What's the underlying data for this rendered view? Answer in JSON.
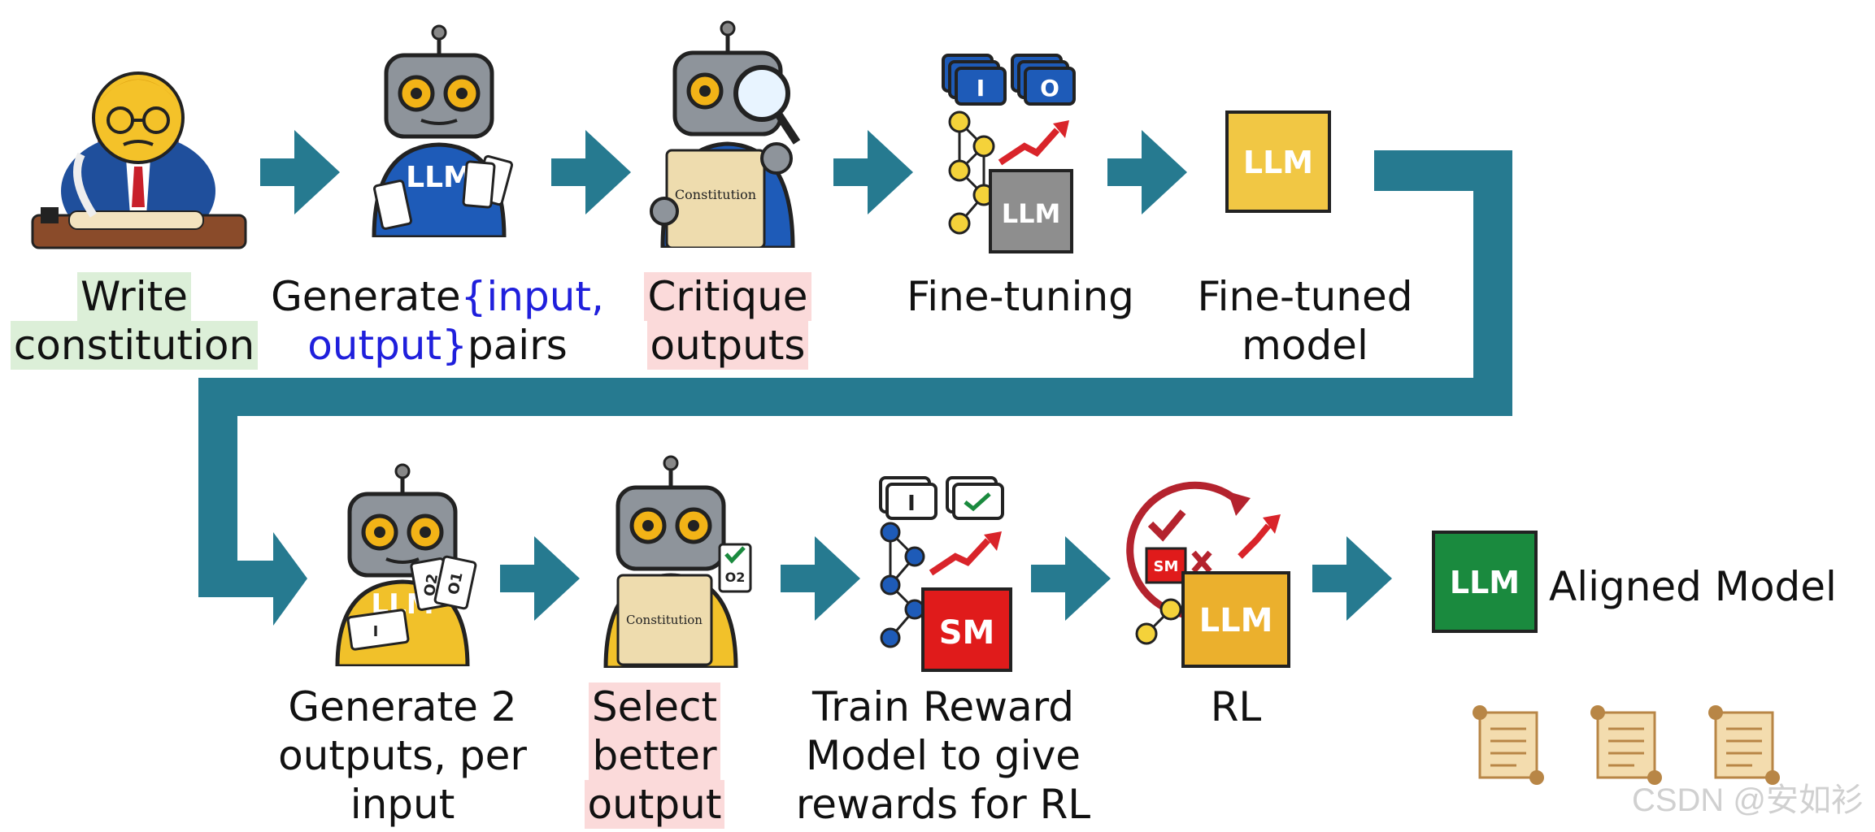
{
  "colors": {
    "teal": "#267a90",
    "robot_gray": "#8e949b",
    "robot_blue_shirt": "#1e5bb8",
    "robot_yellow_shirt": "#f1c12a",
    "llm_gold": "#f1c744",
    "llm_green": "#1a8a3e",
    "sm_red": "#e01b1b",
    "highlight_green": "#dcefd8",
    "highlight_red": "#fbdada",
    "accent_blue": "#1f1fdc"
  },
  "top_row": {
    "step1": {
      "line1": "Write",
      "line2": "constitution",
      "icon": "judge-writing-icon"
    },
    "step2": {
      "line1_a": "Generate ",
      "line1_b": "{input,",
      "line2_a": "output}",
      "line2_b": " pairs",
      "icon": "robot-llm-cards-icon",
      "shirt_text": "LLM"
    },
    "step3": {
      "line1": "Critique",
      "line2": "outputs",
      "icon": "robot-magnifier-icon",
      "scroll_text": "Constitution"
    },
    "step4": {
      "line1": "Fine-tuning",
      "icon": "io-network-llm-icon",
      "box_text": "LLM",
      "io_i": "I",
      "io_o": "O"
    },
    "step5": {
      "line1": "Fine-tuned",
      "line2": "model",
      "icon": "llm-box-icon",
      "box_text": "LLM"
    }
  },
  "bottom_row": {
    "step6": {
      "line1": "Generate 2",
      "line2": "outputs, per",
      "line3": "input",
      "icon": "robot-two-outputs-icon",
      "shirt_text": "LLM",
      "card1": "O1",
      "card2": "O2",
      "card_in": "I"
    },
    "step7": {
      "line1": "Select",
      "line2": "better",
      "line3": "output",
      "icon": "robot-select-icon",
      "card": "O2",
      "scroll_text": "Constitution"
    },
    "step8": {
      "line1": "Train Reward",
      "line2": "Model to give",
      "line3": "rewards for RL",
      "icon": "sm-network-icon",
      "box_text": "SM",
      "io_i": "I"
    },
    "step9": {
      "line1": "RL",
      "icon": "rl-cycle-icon",
      "box_text": "LLM",
      "sm_text": "SM"
    },
    "final": {
      "label": "Aligned Model",
      "box_text": "LLM",
      "icon": "aligned-llm-icon"
    }
  },
  "watermark": "CSDN @安如衫"
}
